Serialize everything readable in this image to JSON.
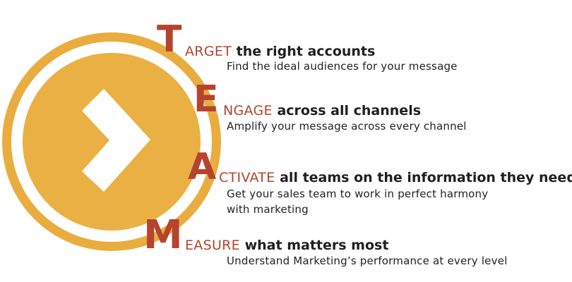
{
  "colors": {
    "ring": "#e9ad3f",
    "disc": "#ebb044",
    "arrow": "#ffffff",
    "accent": "#b5432e",
    "text": "#1f1f1f"
  },
  "graphic": {
    "icon": "chevron-right-icon"
  },
  "items": [
    {
      "letter": "T",
      "rest": "ARGET",
      "headline": " the right accounts",
      "description": [
        "Find the ideal audiences for your message"
      ]
    },
    {
      "letter": "E",
      "rest": "NGAGE",
      "headline": " across all channels",
      "description": [
        "Amplify your message across every channel"
      ]
    },
    {
      "letter": "A",
      "rest": "CTIVATE",
      "headline": " all teams on the information they need",
      "description": [
        "Get your sales team to work in perfect harmony",
        "with marketing"
      ]
    },
    {
      "letter": "M",
      "rest": "EASURE",
      "headline": " what matters most",
      "description": [
        "Understand Marketing’s performance at every level"
      ]
    }
  ]
}
